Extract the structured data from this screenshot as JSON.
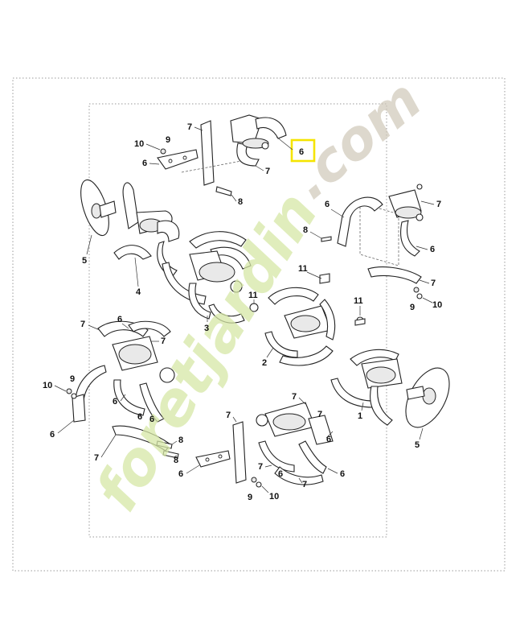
{
  "diagram": {
    "highlight_color": "#f5e400",
    "frame_color": "#9a9a9a",
    "watermark": {
      "brand": "foretjardin",
      "suffix": ".com"
    },
    "callouts": [
      {
        "id": "c-top-6",
        "label": "6",
        "highlighted": true
      },
      {
        "id": "c-top-7a",
        "label": "7"
      },
      {
        "id": "c-top-7b",
        "label": "7"
      },
      {
        "id": "c-top-10",
        "label": "10"
      },
      {
        "id": "c-top-9",
        "label": "9"
      },
      {
        "id": "c-top-6b",
        "label": "6"
      },
      {
        "id": "c-top-8",
        "label": "8"
      },
      {
        "id": "c-left-5",
        "label": "5"
      },
      {
        "id": "c-left-4",
        "label": "4"
      },
      {
        "id": "c-mid-3",
        "label": "3"
      },
      {
        "id": "c-r-6",
        "label": "6"
      },
      {
        "id": "c-r-7a",
        "label": "7"
      },
      {
        "id": "c-r-8",
        "label": "8"
      },
      {
        "id": "c-r-6b",
        "label": "6"
      },
      {
        "id": "c-r-7b",
        "label": "7"
      },
      {
        "id": "c-r-9",
        "label": "9"
      },
      {
        "id": "c-r-10",
        "label": "10"
      },
      {
        "id": "c-r-11a",
        "label": "11"
      },
      {
        "id": "c-mid-11",
        "label": "11"
      },
      {
        "id": "c-mid-2",
        "label": "2"
      },
      {
        "id": "c-r-11b",
        "label": "11"
      },
      {
        "id": "c-l-6",
        "label": "6"
      },
      {
        "id": "c-l-7",
        "label": "7"
      },
      {
        "id": "c-l-7b",
        "label": "7"
      },
      {
        "id": "c-l-10",
        "label": "10"
      },
      {
        "id": "c-l-9",
        "label": "9"
      },
      {
        "id": "c-l-6b",
        "label": "6"
      },
      {
        "id": "c-l-6c",
        "label": "6"
      },
      {
        "id": "c-l-6d",
        "label": "6"
      },
      {
        "id": "c-r-1",
        "label": "1"
      },
      {
        "id": "c-r-5",
        "label": "5"
      },
      {
        "id": "c-b-7a",
        "label": "7"
      },
      {
        "id": "c-b-7b",
        "label": "7"
      },
      {
        "id": "c-b-6a",
        "label": "6"
      },
      {
        "id": "c-b-6b",
        "label": "6"
      },
      {
        "id": "c-b-8",
        "label": "8"
      },
      {
        "id": "c-b-8b",
        "label": "8"
      },
      {
        "id": "c-b-7c",
        "label": "7"
      },
      {
        "id": "c-b-6c",
        "label": "6"
      },
      {
        "id": "c-b-7d",
        "label": "7"
      },
      {
        "id": "c-b-6d",
        "label": "6"
      },
      {
        "id": "c-b-6e",
        "label": "6"
      },
      {
        "id": "c-b-7e",
        "label": "7"
      },
      {
        "id": "c-b-9",
        "label": "9"
      },
      {
        "id": "c-b-10",
        "label": "10"
      },
      {
        "id": "c-b-7f",
        "label": "7"
      }
    ]
  }
}
